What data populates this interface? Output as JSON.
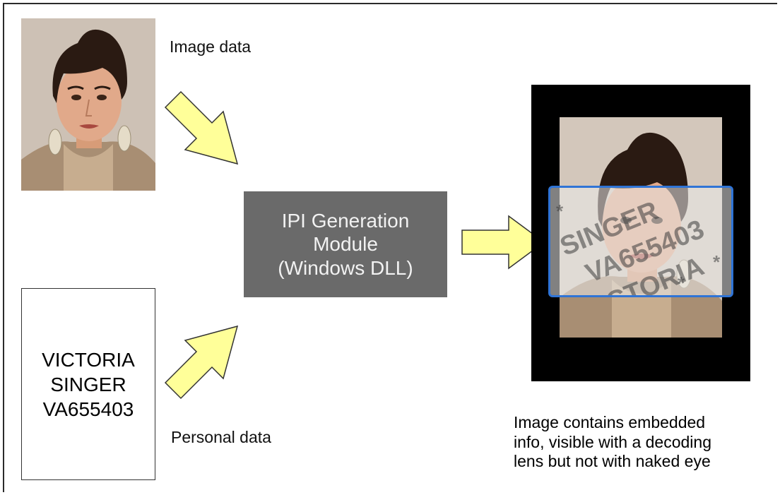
{
  "inputs": {
    "image_label": "Image data",
    "personal_label": "Personal data",
    "personal_lines": [
      "VICTORIA",
      "SINGER",
      "VA655403"
    ]
  },
  "module": {
    "lines": [
      "IPI Generation",
      "Module",
      "(Windows DLL)"
    ]
  },
  "output": {
    "lens_words": [
      "SINGER",
      "VA655403",
      "VICTORIA",
      "*"
    ],
    "description_lines": [
      "Image contains embedded",
      "info, visible with a decoding",
      "lens but not with naked eye"
    ]
  },
  "colors": {
    "arrow_fill": "#ffff99",
    "arrow_stroke": "#333333",
    "module_bg": "#6a6a6a",
    "lens_border": "#2f74d6"
  }
}
